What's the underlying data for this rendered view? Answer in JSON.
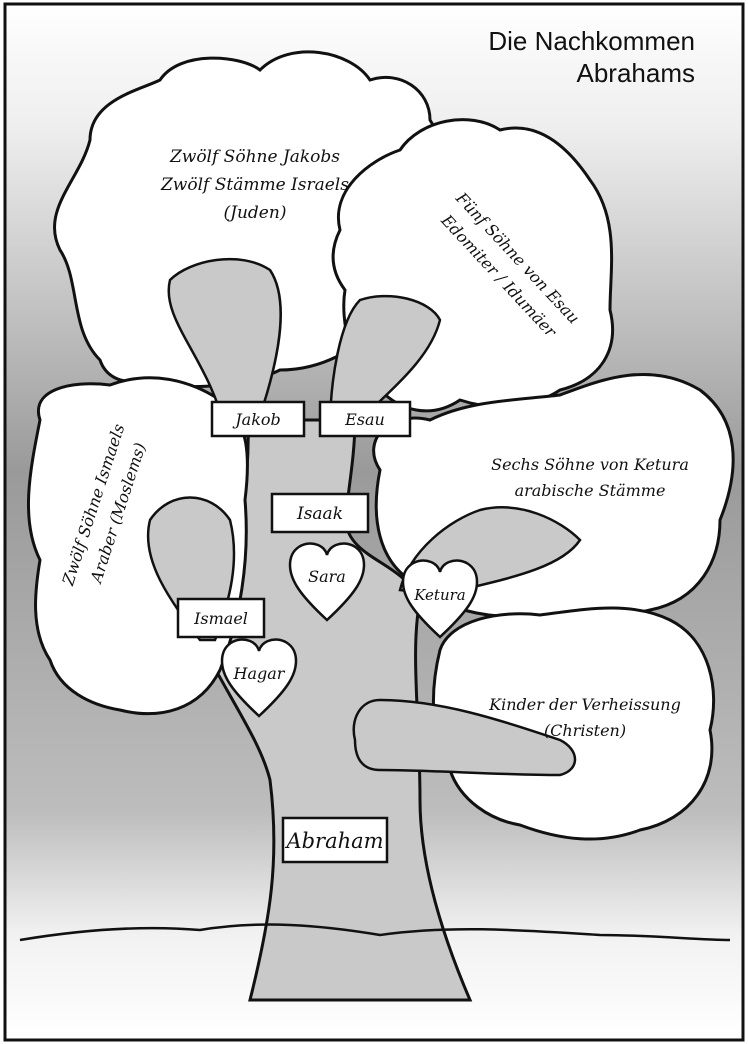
{
  "title": {
    "line1": "Die Nachkommen",
    "line2": "Abrahams"
  },
  "groups": {
    "jakob_line1": "Zwölf Söhne Jakobs",
    "jakob_line2": "Zwölf Stämme Israels",
    "jakob_line3": "(Juden)",
    "esau_line1": "Fünf Söhne von Esau",
    "esau_line2": "Edomiter / Idumäer",
    "ismael_line1": "Zwölf Söhne Ismaels",
    "ismael_line2": "Araber (Moslems)",
    "ketura_line1": "Sechs Söhne von Ketura",
    "ketura_line2": "arabische Stämme",
    "christen_line1": "Kinder der Verheissung",
    "christen_line2": "(Christen)"
  },
  "persons": {
    "jakob": "Jakob",
    "esau": "Esau",
    "isaak": "Isaak",
    "ismael": "Ismael",
    "abraham": "Abraham",
    "sara": "Sara",
    "hagar": "Hagar",
    "ketura": "Ketura"
  },
  "colors": {
    "background_gray": "#9a9a9a",
    "trunk": "#c9c9c9",
    "outline": "#111111"
  }
}
